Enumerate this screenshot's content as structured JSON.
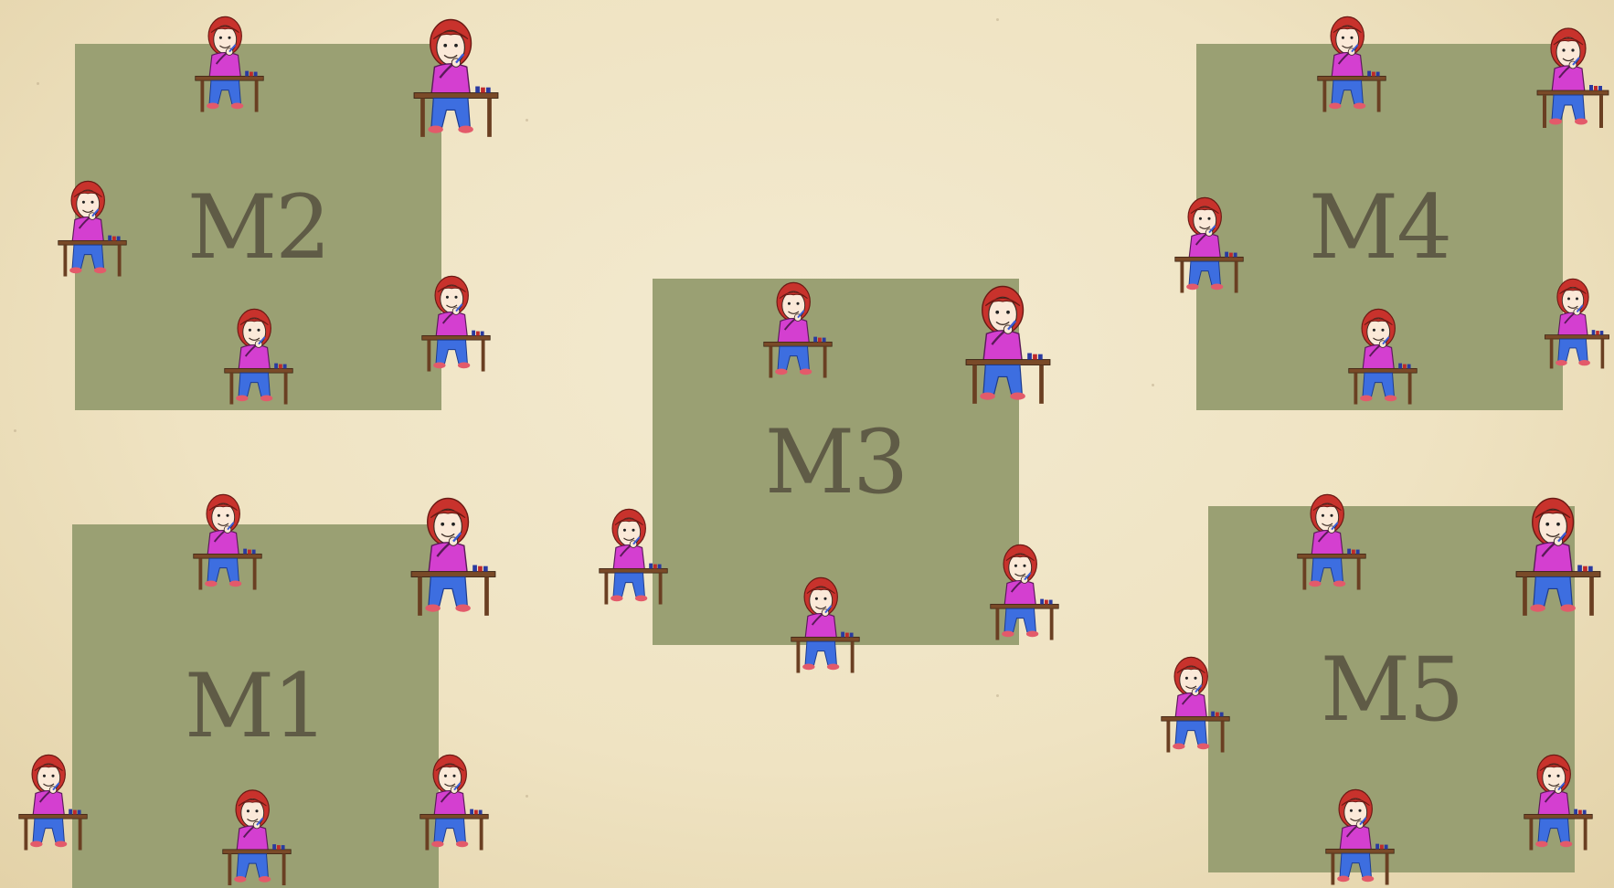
{
  "zones": [
    {
      "id": "M1",
      "label": "M1"
    },
    {
      "id": "M2",
      "label": "M2"
    },
    {
      "id": "M3",
      "label": "M3"
    },
    {
      "id": "M4",
      "label": "M4"
    },
    {
      "id": "M5",
      "label": "M5"
    }
  ],
  "colors": {
    "zone_fill": "#9aa073",
    "zone_text": "#5f5b46",
    "background": "#f0e6c9"
  },
  "icons": {
    "student": "student-at-desk-icon"
  }
}
